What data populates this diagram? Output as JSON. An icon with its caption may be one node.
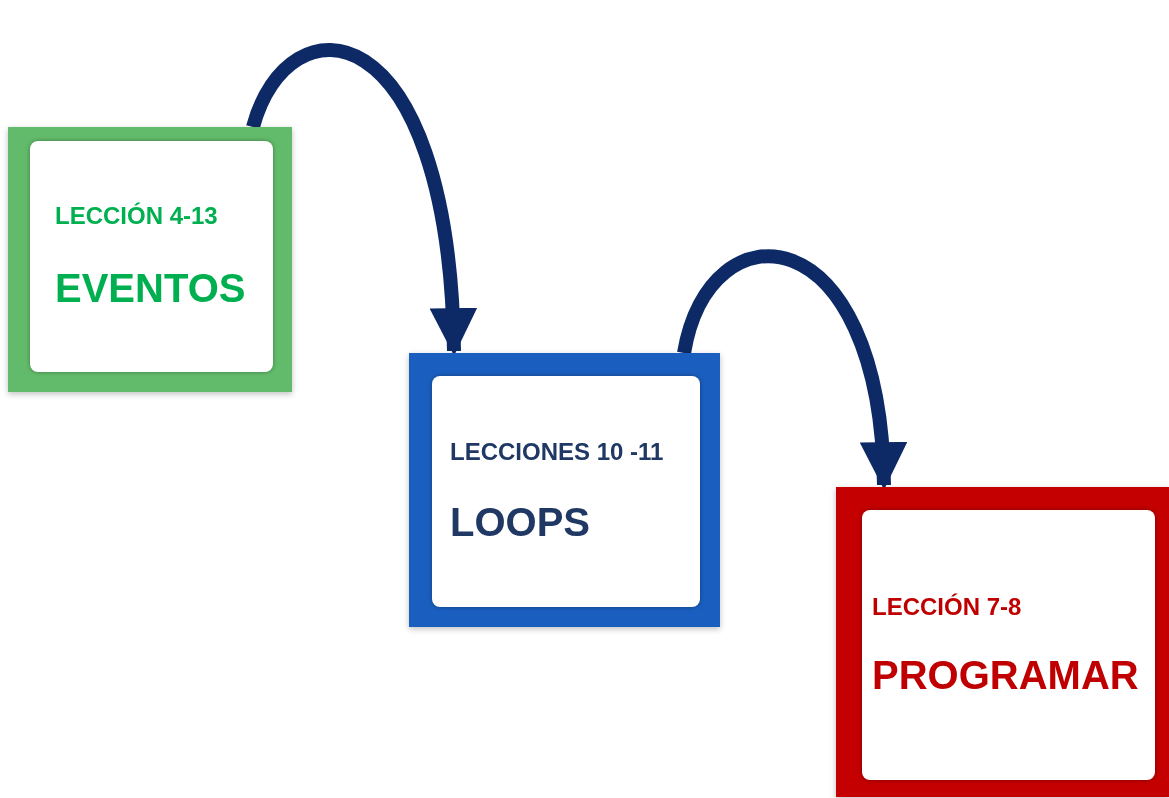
{
  "diagram": {
    "nodes": [
      {
        "text": [
          "LECCIÓN 4-13",
          "EVENTOS"
        ]
      },
      {
        "text": [
          "LECCIONES 10 -11",
          "LOOPS"
        ]
      },
      {
        "text": [
          "LECCIÓN 7-8",
          "PROGRAMAR"
        ]
      }
    ],
    "edges": [
      {
        "from": 0,
        "to": 1,
        "arrow": "to"
      },
      {
        "from": 1,
        "to": 2,
        "arrow": "to"
      }
    ]
  }
}
